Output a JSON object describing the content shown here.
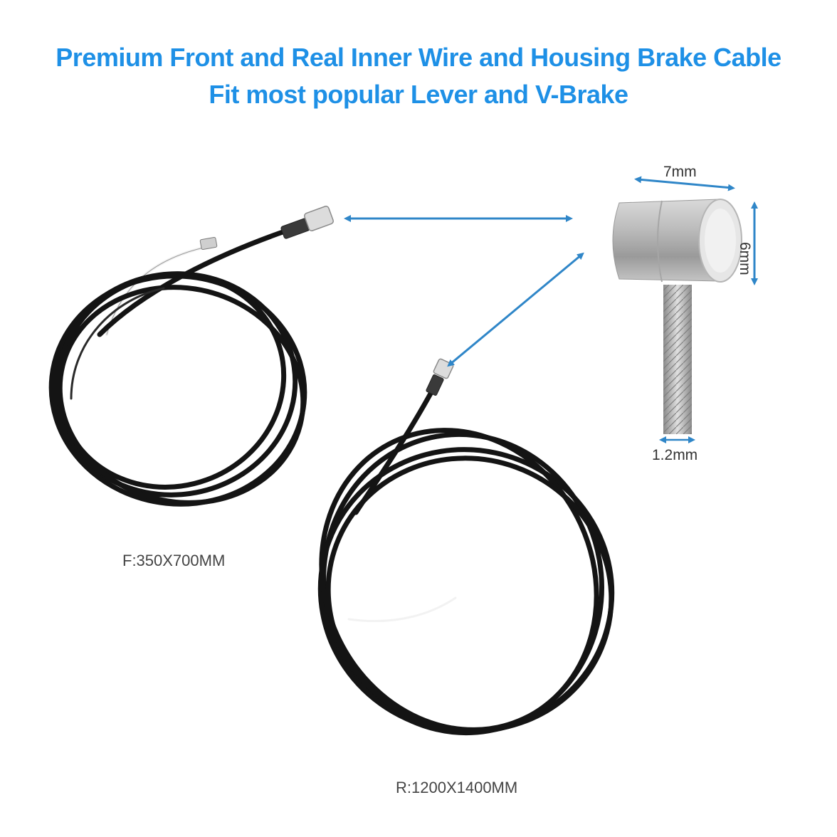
{
  "title": {
    "line1": "Premium Front and Real Inner Wire and Housing Brake Cable",
    "line2": "Fit most popular Lever and V-Brake"
  },
  "labels": {
    "front": "F:350X700MM",
    "rear": "R:1200X1400MM"
  },
  "dimensions": {
    "width": "7mm",
    "height": "6mm",
    "wire": "1.2mm"
  },
  "colors": {
    "title": "#1e90e6",
    "arrow": "#2f86c8",
    "cable": "#141414",
    "metal": "#b8b8b8"
  }
}
